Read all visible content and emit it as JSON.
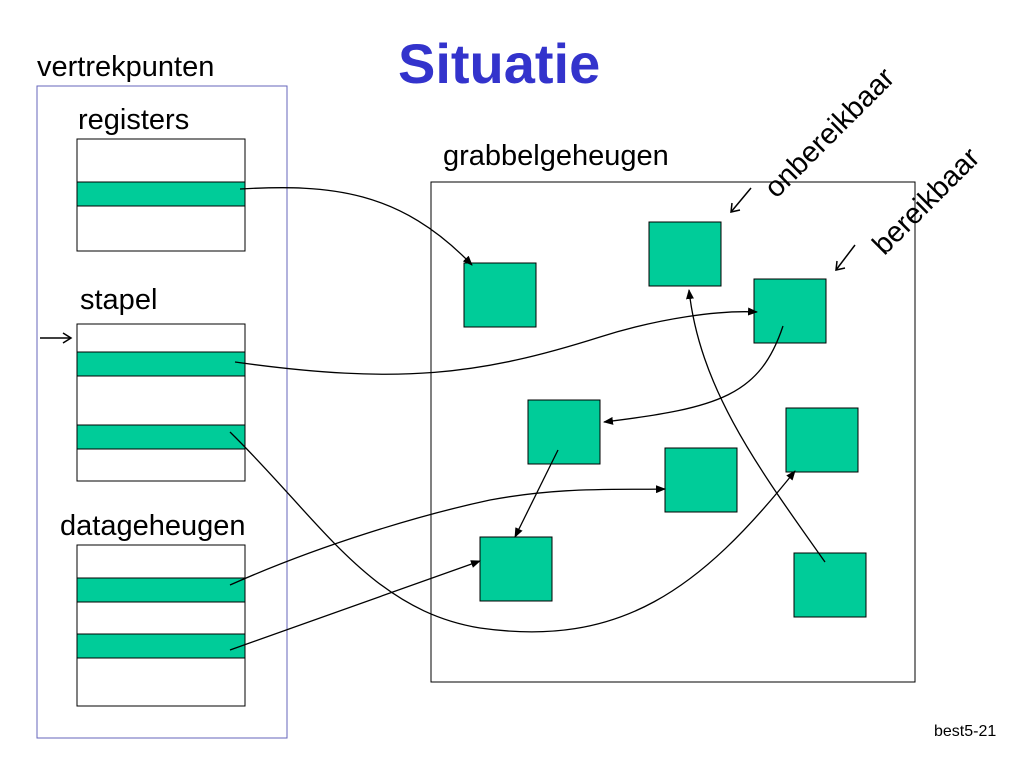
{
  "title": "Situatie",
  "labels": {
    "roots": "vertrekpunten",
    "registers": "registers",
    "stack": "stapel",
    "data_memory": "datageheugen",
    "heap": "grabbelgeheugen",
    "unreachable": "onbereikbaar",
    "reachable": "bereikbaar"
  },
  "footer": "best5-21",
  "colors": {
    "title": "#3333cc",
    "block_fill": "#00cc99",
    "roots_frame": "#6666bb",
    "line": "#000000"
  },
  "icons": {
    "stack_pointer": "right-arrow-icon",
    "unreachable_pointer": "left-down-arrow-icon",
    "reachable_pointer": "left-down-arrow-icon"
  }
}
